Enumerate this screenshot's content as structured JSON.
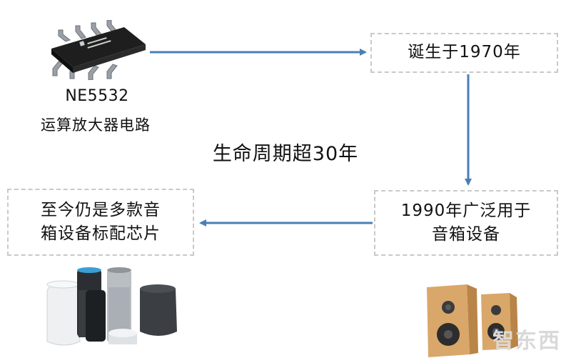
{
  "chip": {
    "name": "NE5532",
    "desc": "运算放大器电路"
  },
  "lifecycle_text": "生命周期超30年",
  "boxes": {
    "born": "诞生于1970年",
    "widely_used_line1": "1990年广泛用于",
    "widely_used_line2": "音箱设备",
    "still_line1": "至今仍是多款音",
    "still_line2": "箱设备标配芯片"
  },
  "watermark": "智东西",
  "colors": {
    "arrow": "#4a7fb5",
    "box_border": "#c9c9c9"
  }
}
